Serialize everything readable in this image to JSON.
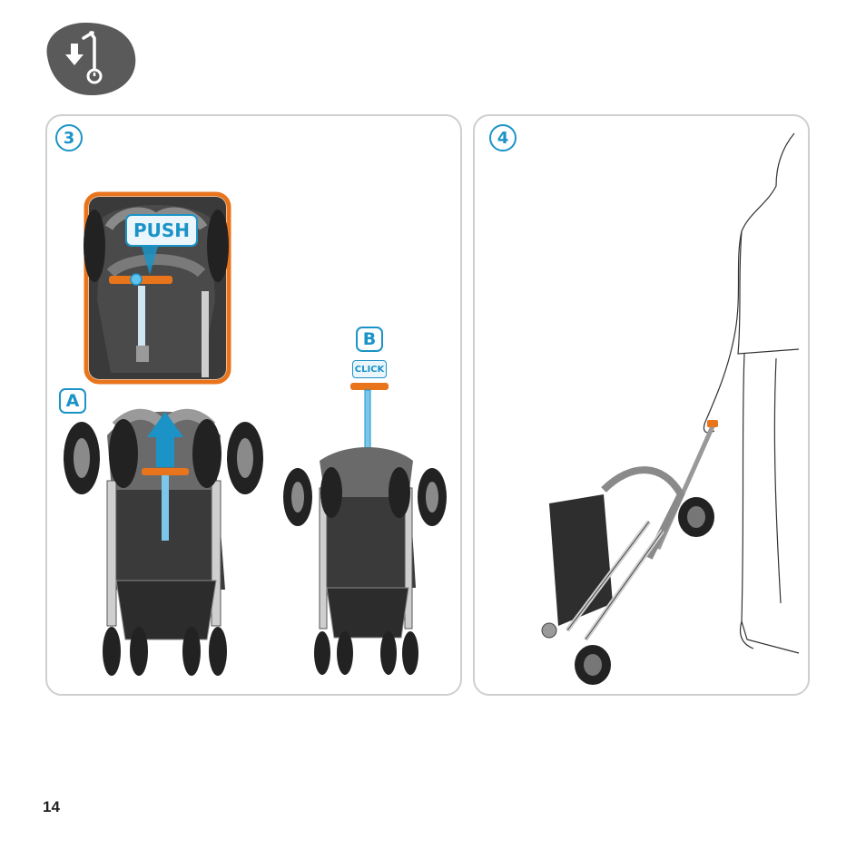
{
  "header": {
    "icon": "fold-stroller-icon"
  },
  "step3": {
    "number": "3",
    "detail_label": "PUSH",
    "label_a": "A",
    "label_b": "B",
    "click_label": "CLICK"
  },
  "step4": {
    "number": "4"
  },
  "page": {
    "number": "14"
  },
  "colors": {
    "accent": "#1b93c7",
    "highlight": "#e8741c",
    "frame": "#cfcfcf",
    "badge": "#555555"
  }
}
